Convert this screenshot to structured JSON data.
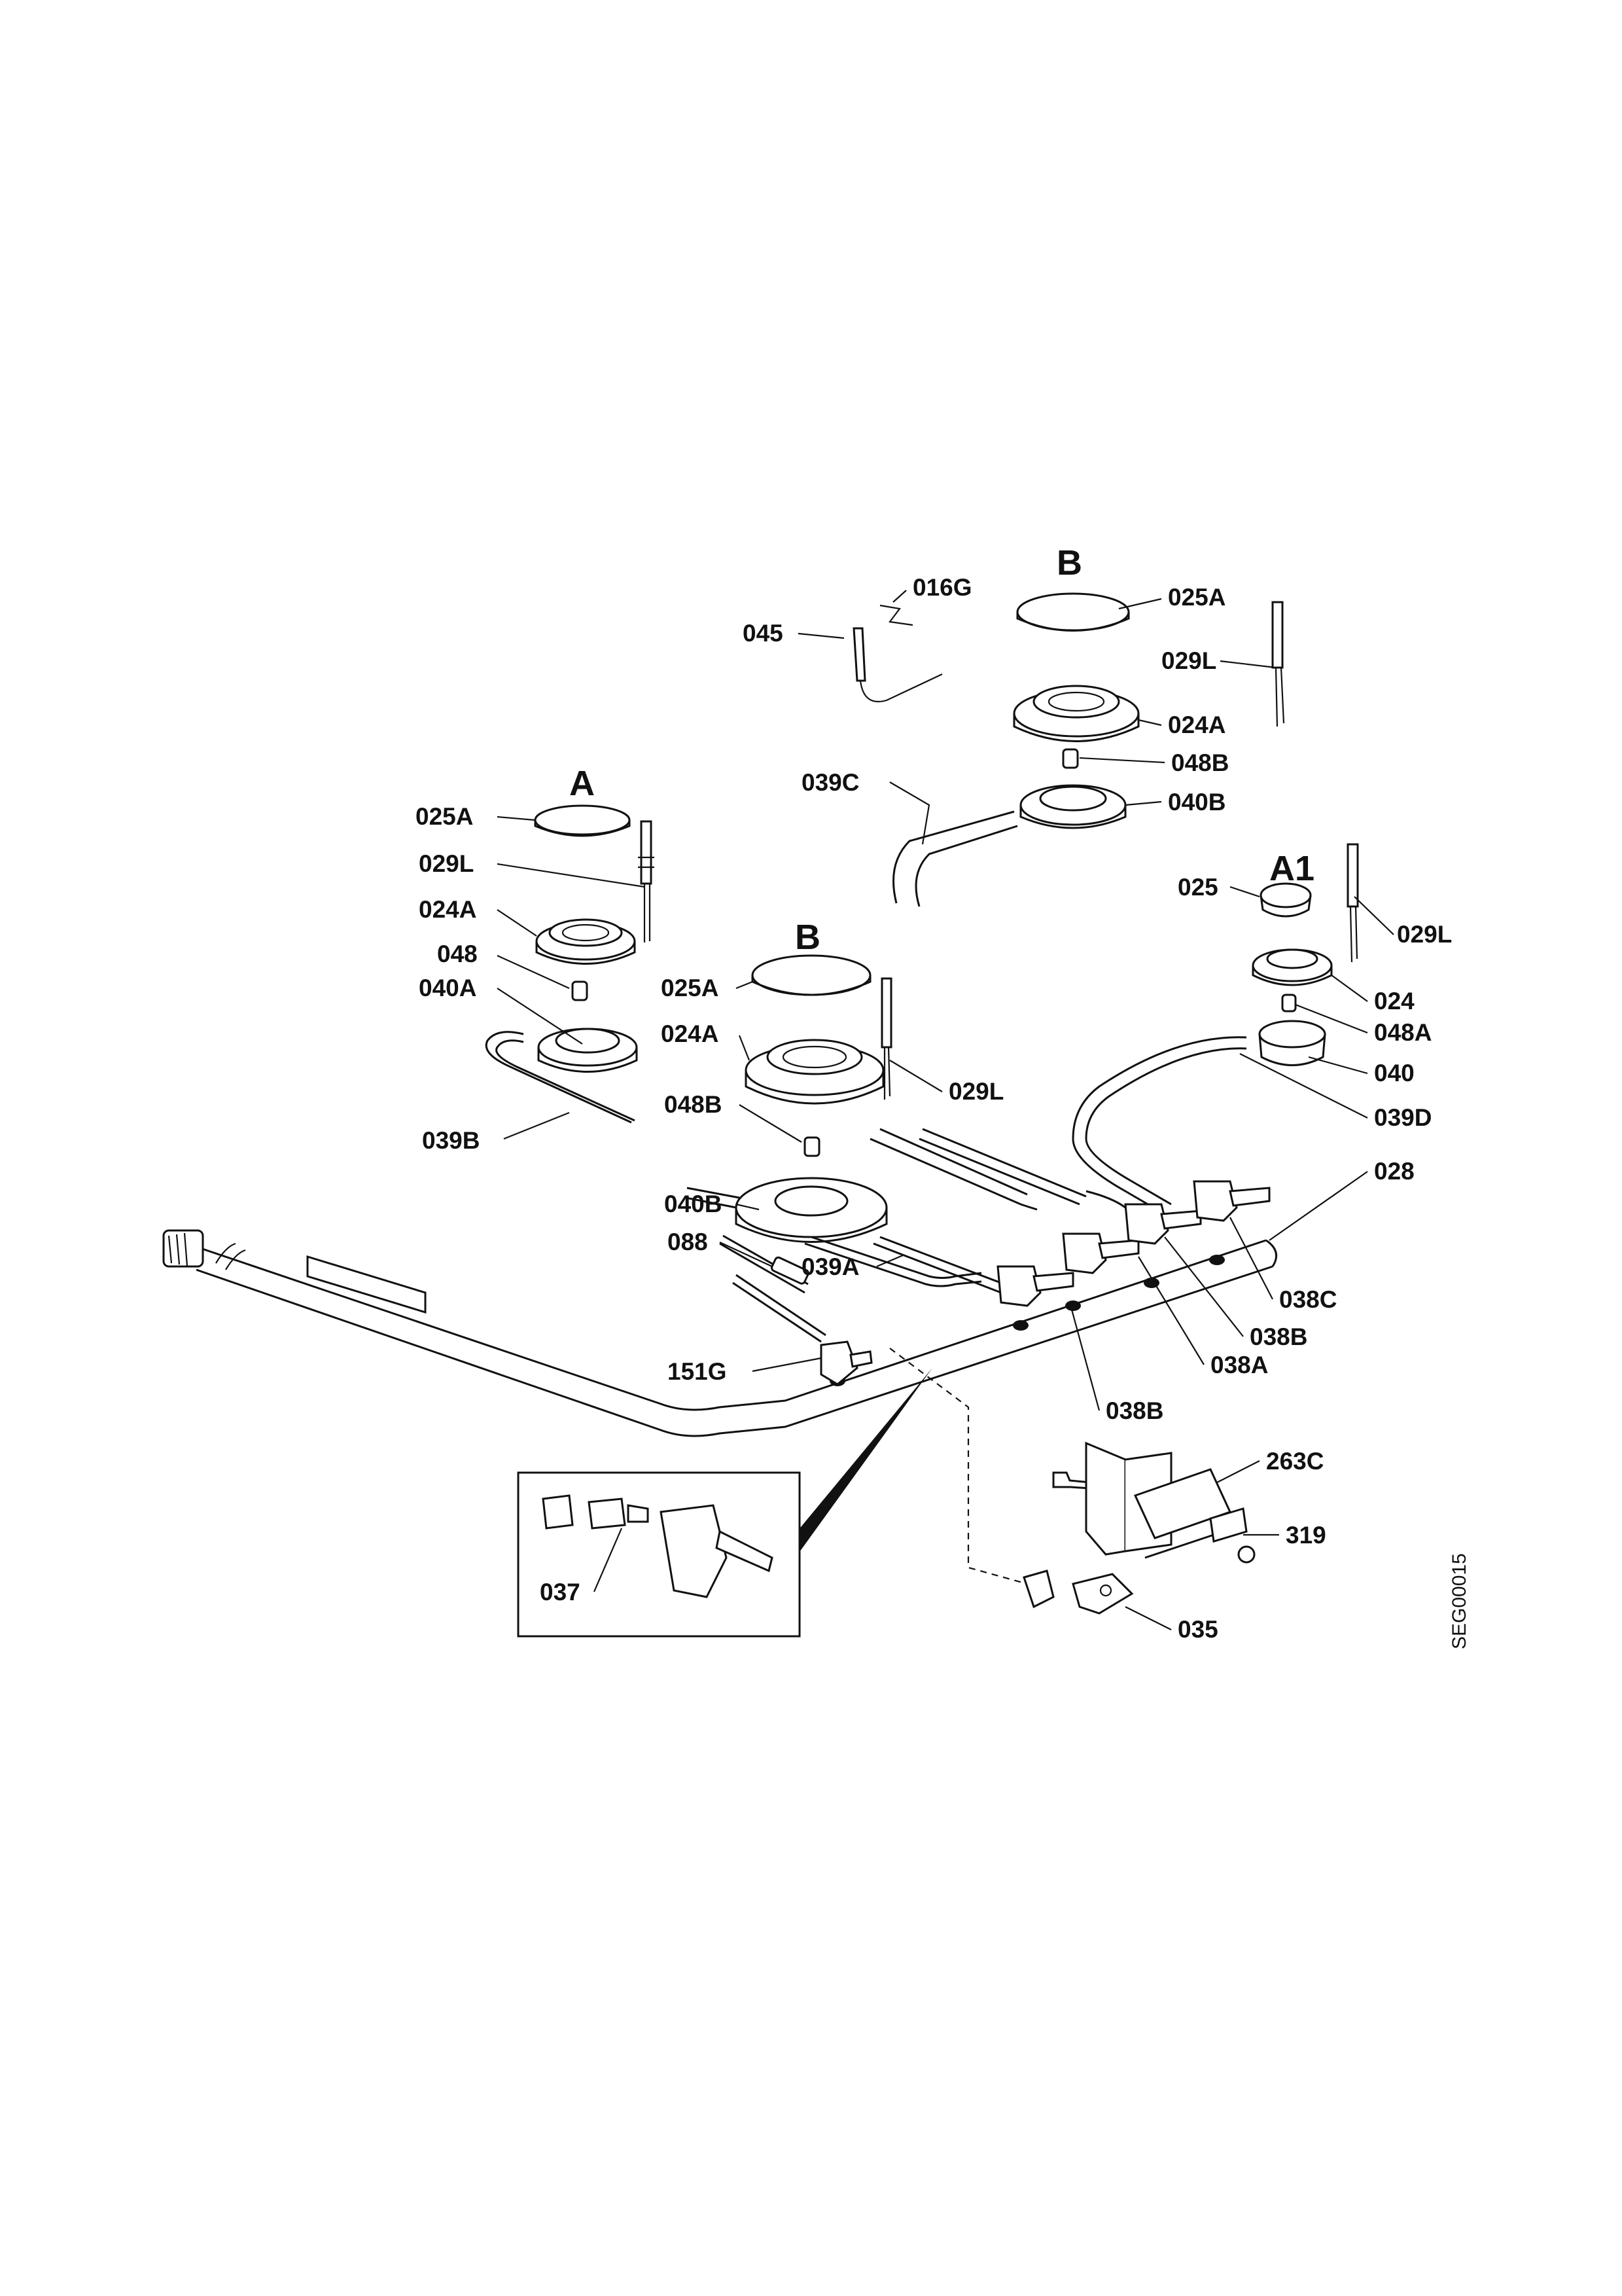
{
  "burner_groups": {
    "left_back": "A",
    "center_front": "B",
    "center_back": "B",
    "right": "A1"
  },
  "labels": {
    "p016G": "016G",
    "p045": "045",
    "p025A_cb": "025A",
    "p029L_cb": "029L",
    "p024A_cb": "024A",
    "p048B_cb": "048B",
    "p039C": "039C",
    "p040B_cb": "040B",
    "p025A_lb": "025A",
    "p029L_lb": "029L",
    "p024A_lb": "024A",
    "p048_lb": "048",
    "p040A": "040A",
    "p039B": "039B",
    "p025A_cf": "025A",
    "p024A_cf": "024A",
    "p029L_cf": "029L",
    "p048B_cf": "048B",
    "p040B_cf": "040B",
    "p088": "088",
    "p039A": "039A",
    "p151G": "151G",
    "p025_r": "025",
    "p029L_r": "029L",
    "p024": "024",
    "p048A": "048A",
    "p040": "040",
    "p039D": "039D",
    "p028": "028",
    "p038C": "038C",
    "p038B_1": "038B",
    "p038A": "038A",
    "p038B_2": "038B",
    "p263C": "263C",
    "p319": "319",
    "p035": "035",
    "p037": "037"
  },
  "drawing_code": "SEG00015"
}
